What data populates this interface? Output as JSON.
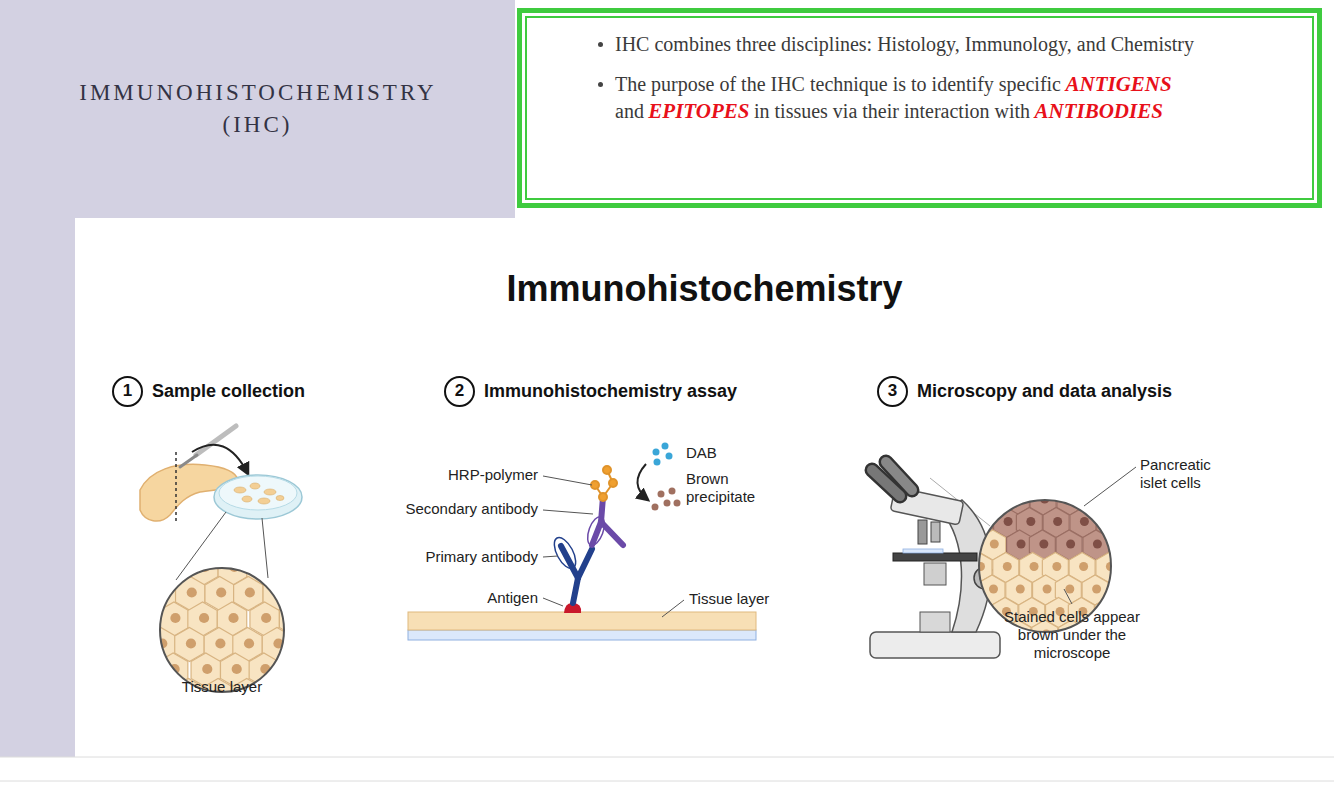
{
  "diagram": {
    "title": "Immunohistochemistry",
    "nodes": [
      {
        "text": [
          "IMMUNOHISTOCHEMISTRY (IHC)"
        ]
      },
      {
        "text": [
          "IHC combines three disciplines: Histology, Immunology, and Chemistry",
          "The purpose of the IHC technique is to identify specific",
          "ANTIGENS",
          "and",
          "EPITOPES",
          "in tissues via their interaction with",
          "ANTIBODIES"
        ]
      },
      {
        "text": [
          "1",
          "Sample collection"
        ]
      },
      {
        "text": [
          "2",
          "Immunohistochemistry assay"
        ]
      },
      {
        "text": [
          "3",
          "Microscopy and data analysis"
        ]
      }
    ],
    "labels": [
      "Tissue layer",
      "HRP-polymer",
      "Secondary antibody",
      "Primary antibody",
      "Antigen",
      "DAB",
      "Brown precipitate",
      "Tissue layer",
      "Pancreatic islet cells",
      "Stained cells appear brown under the microscope"
    ]
  }
}
